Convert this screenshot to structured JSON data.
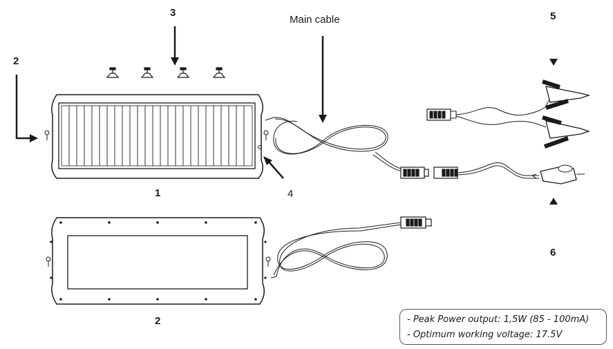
{
  "labels": {
    "main_cable": "Main cable",
    "n1": "1",
    "n2_side": "2",
    "n2_bottom": "2",
    "n3": "3",
    "n4": "4",
    "n5": "5",
    "n6": "6"
  },
  "specs": [
    "- Peak Power output: 1,5W (85 - 100mA)",
    "- Optimum working voltage: 17.5V"
  ],
  "colors": {
    "line": "#1a1a1a",
    "fill": "#ffffff"
  }
}
